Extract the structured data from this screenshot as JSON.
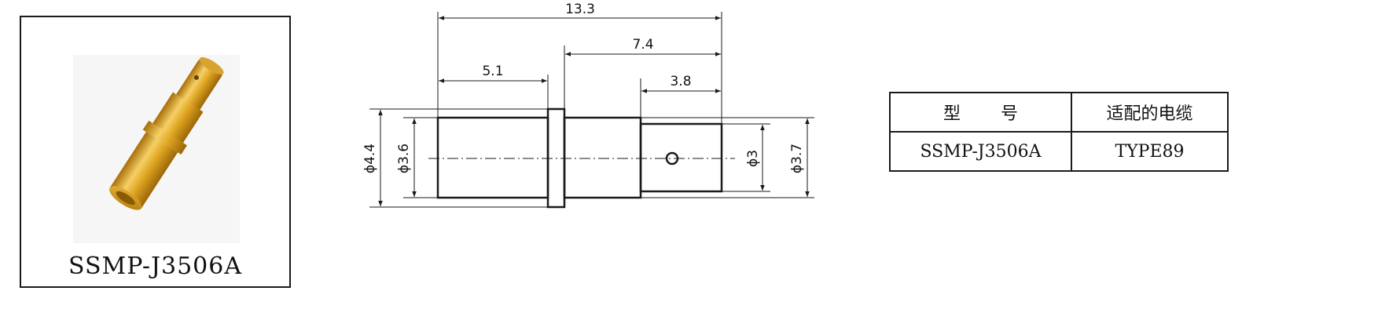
{
  "product": {
    "model": "SSMP-J3506A",
    "photo_icon": "gold-connector-photo"
  },
  "dimensions": {
    "overall_length": "13.3",
    "rear_length": "7.4",
    "front_length": "5.1",
    "tip_length": "3.8",
    "flange_diameter": "ϕ4.4",
    "body_diameter": "ϕ3.6",
    "tip_diameter": "ϕ3",
    "rear_diameter": "ϕ3.7"
  },
  "spec_table": {
    "header_model": "型 号",
    "header_cable": "适配的电缆",
    "row_model": "SSMP-J3506A",
    "row_cable": "TYPE89"
  },
  "colors": {
    "line": "#1a1a1a",
    "brass_light": "#f2c94c",
    "brass_dark": "#c08a12"
  }
}
